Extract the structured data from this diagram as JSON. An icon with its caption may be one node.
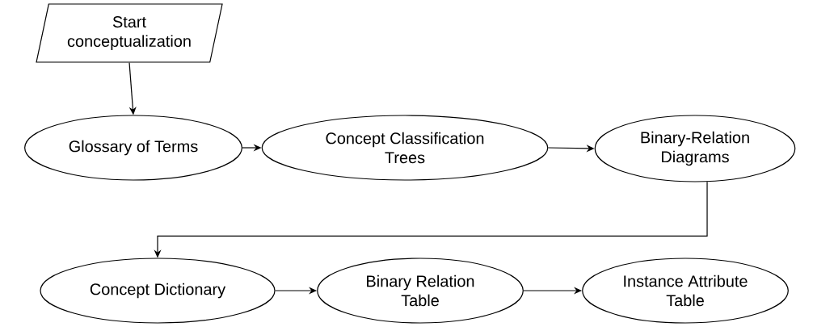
{
  "diagram": {
    "nodes": [
      {
        "text": [
          "Start conceptualization"
        ]
      },
      {
        "text": [
          "Glossary of Terms"
        ]
      },
      {
        "text": [
          "Concept Classification Trees"
        ]
      },
      {
        "text": [
          "Binary-Relation Diagrams"
        ]
      },
      {
        "text": [
          "Concept Dictionary"
        ]
      },
      {
        "text": [
          "Binary Relation Table"
        ]
      },
      {
        "text": [
          "Instance Attribute Table"
        ]
      }
    ],
    "edges": [
      {
        "from": 0,
        "to": 1,
        "arrow": "to"
      },
      {
        "from": 1,
        "to": 2,
        "arrow": "to"
      },
      {
        "from": 2,
        "to": 3,
        "arrow": "to"
      },
      {
        "from": 3,
        "to": 4,
        "arrow": "to"
      },
      {
        "from": 4,
        "to": 5,
        "arrow": "to"
      },
      {
        "from": 5,
        "to": 6,
        "arrow": "to"
      }
    ]
  }
}
